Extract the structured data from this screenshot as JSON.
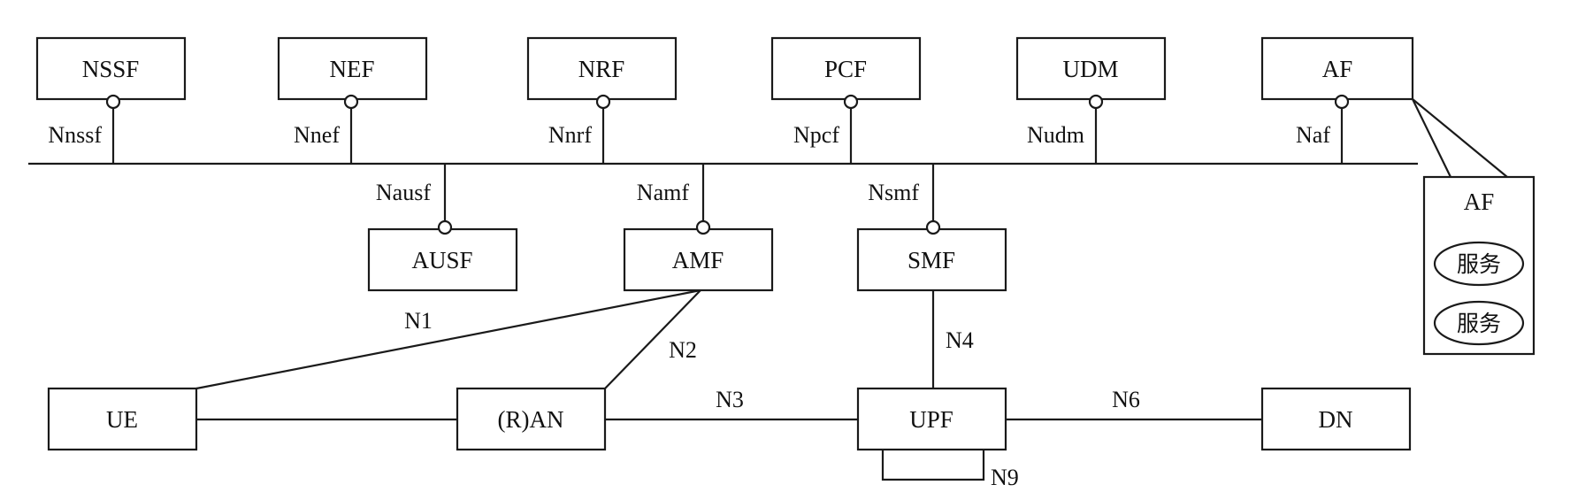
{
  "network_functions": {
    "nssf": "NSSF",
    "nef": "NEF",
    "nrf": "NRF",
    "pcf": "PCF",
    "udm": "UDM",
    "af": "AF",
    "ausf": "AUSF",
    "amf": "AMF",
    "smf": "SMF",
    "ue": "UE",
    "ran": "(R)AN",
    "upf": "UPF",
    "dn": "DN"
  },
  "service_interfaces": {
    "nnssf": "Nnssf",
    "nnef": "Nnef",
    "nnrf": "Nnrf",
    "npcf": "Npcf",
    "nudm": "Nudm",
    "naf": "Naf",
    "nausf": "Nausf",
    "namf": "Namf",
    "nsmf": "Nsmf"
  },
  "reference_points": {
    "n1": "N1",
    "n2": "N2",
    "n3": "N3",
    "n4": "N4",
    "n6": "N6",
    "n9": "N9"
  },
  "af_detail": {
    "title": "AF",
    "services": [
      "服务",
      "服务"
    ]
  }
}
